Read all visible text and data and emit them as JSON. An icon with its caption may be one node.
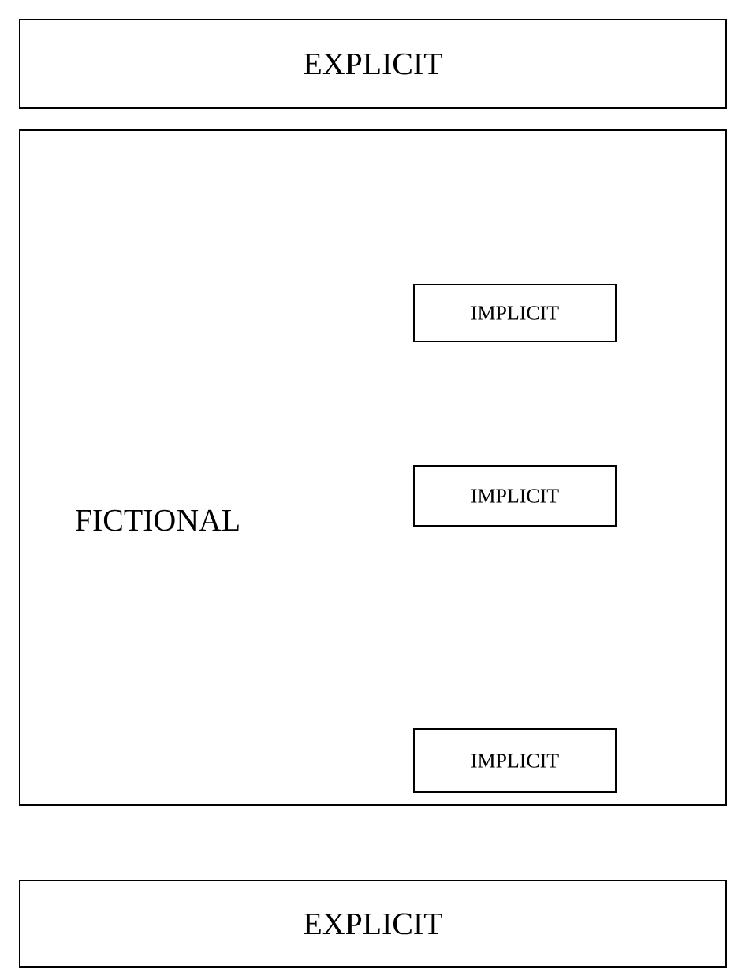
{
  "diagram": {
    "nodes": [
      {
        "text": [
          "EXPLICIT"
        ]
      },
      {
        "text": [
          "FICTIONAL"
        ]
      },
      {
        "text": [
          "IMPLICIT"
        ],
        "in": 1
      },
      {
        "text": [
          "IMPLICIT"
        ],
        "in": 1
      },
      {
        "text": [
          "IMPLICIT"
        ],
        "in": 1
      },
      {
        "text": [
          "EXPLICIT"
        ]
      }
    ]
  }
}
